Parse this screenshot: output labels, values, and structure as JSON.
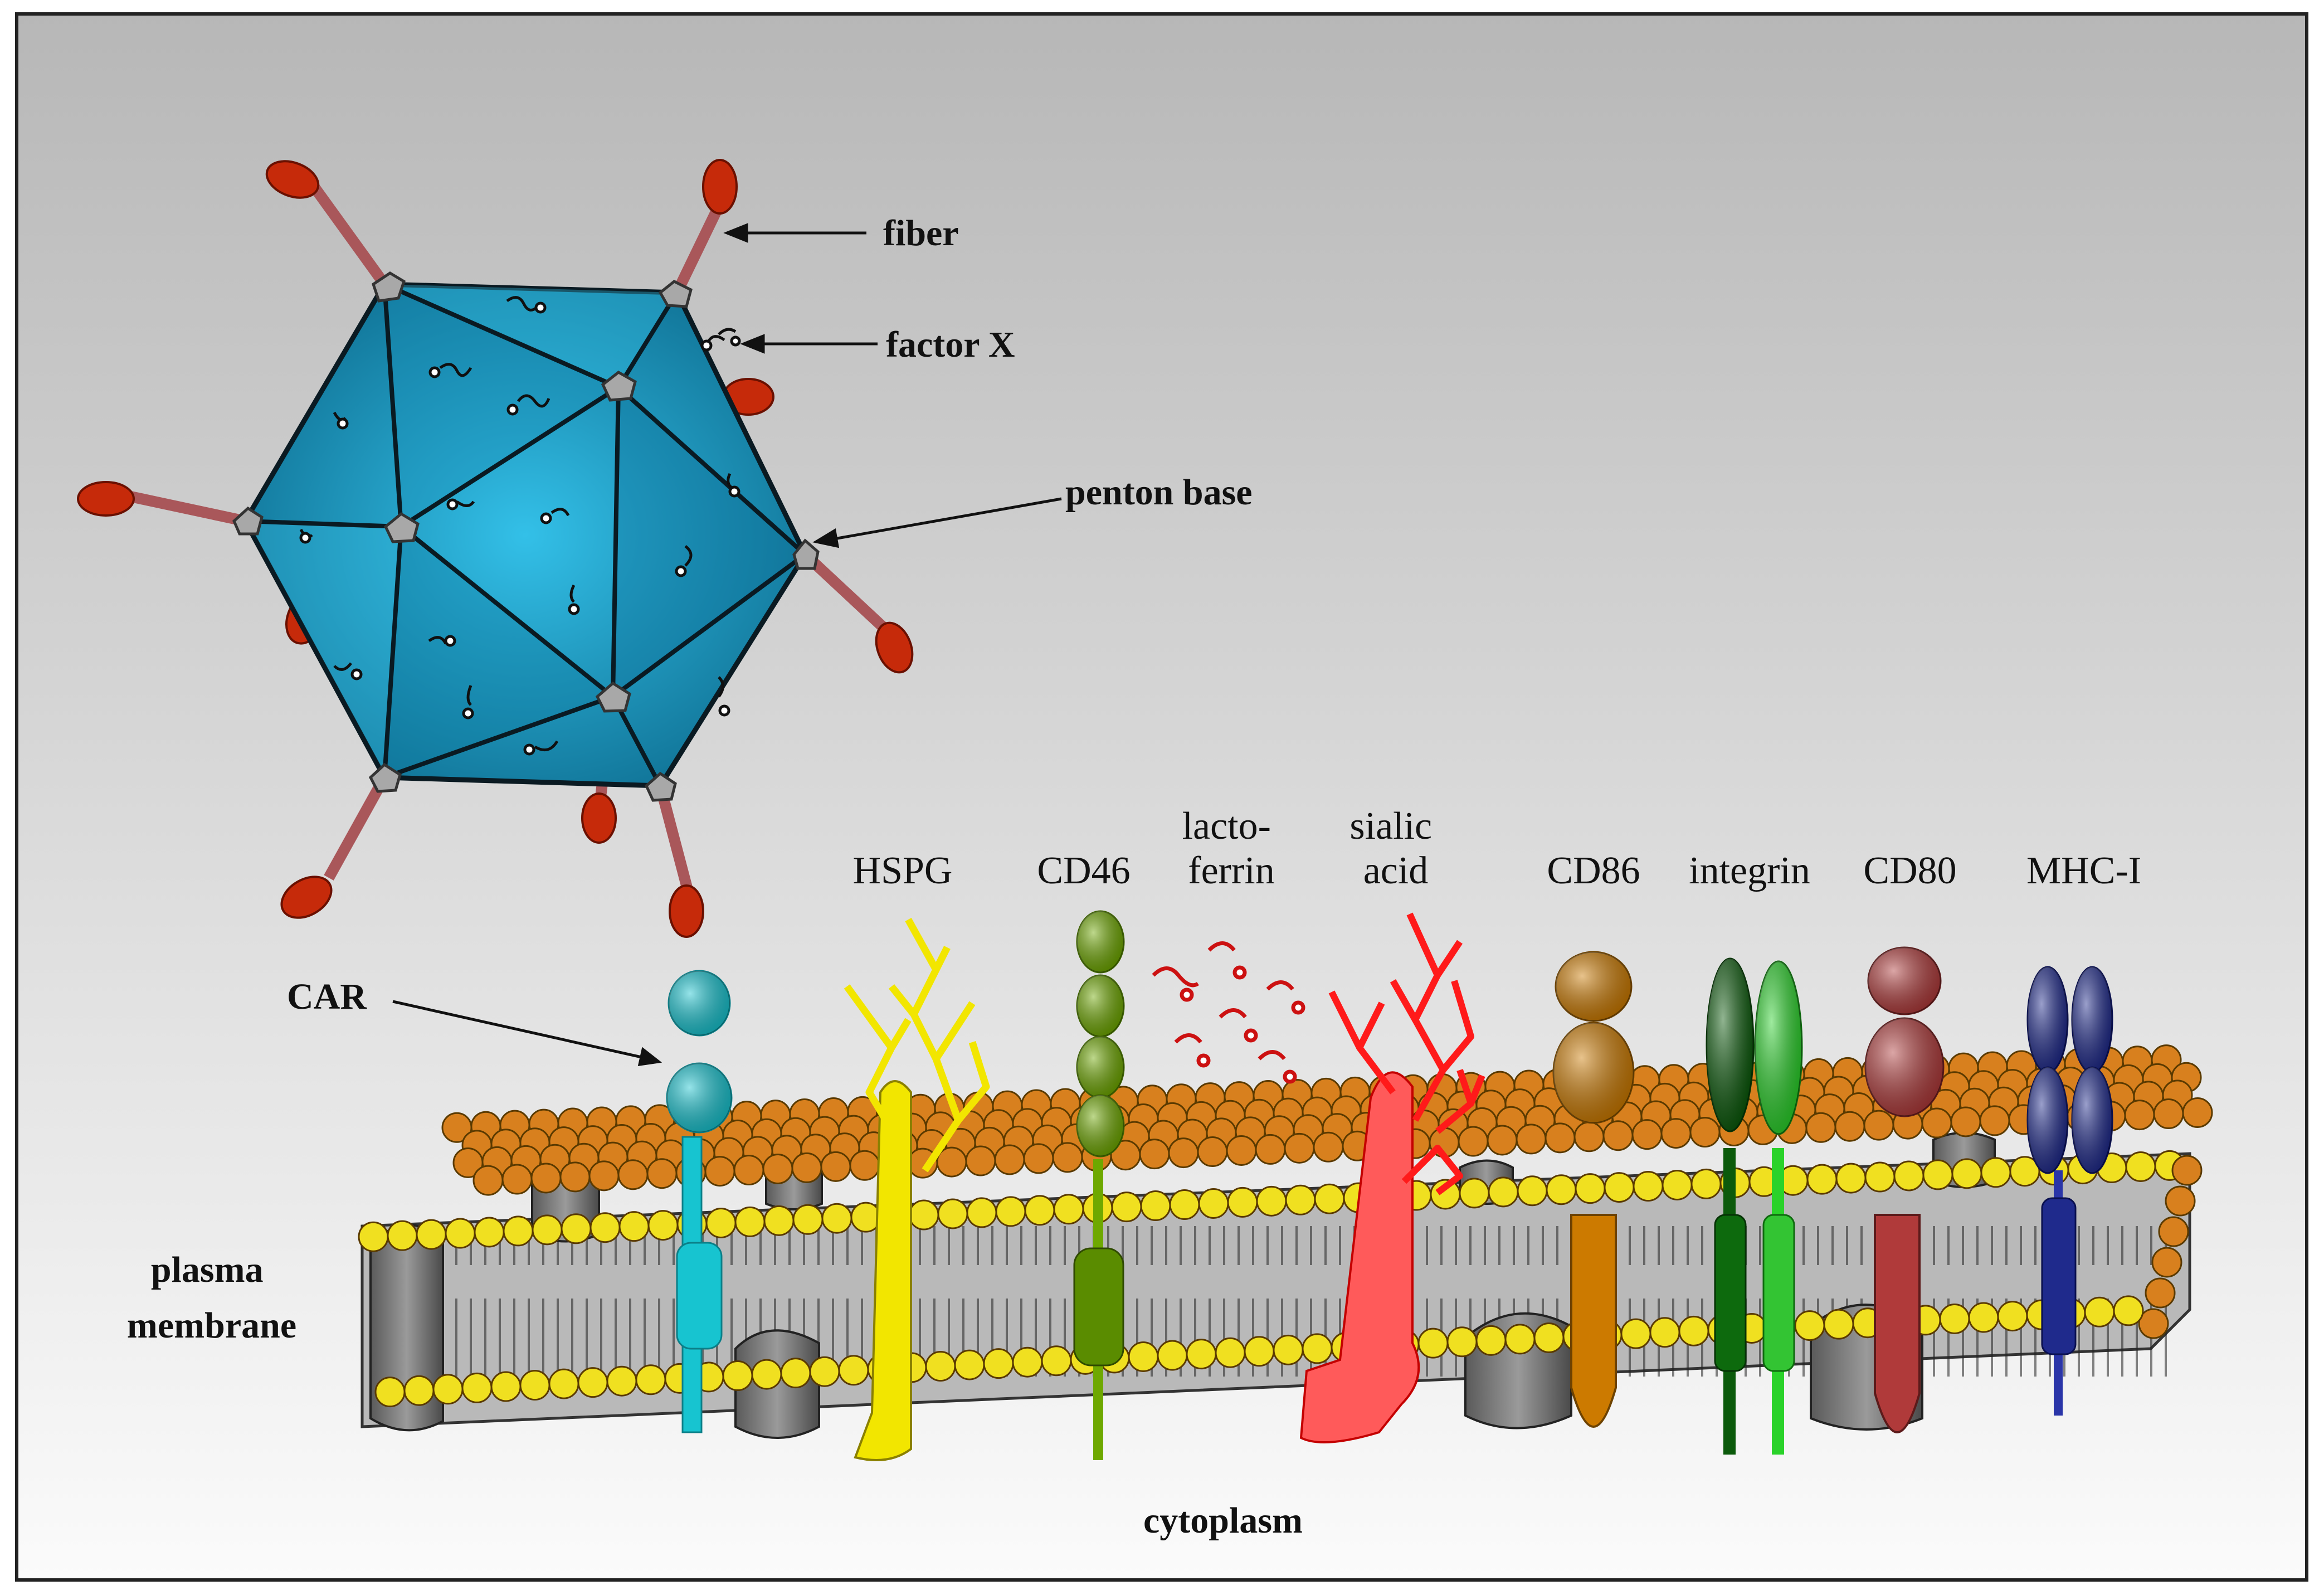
{
  "virus": {
    "fiber_label": "fiber",
    "factor_x_label": "factor X",
    "penton_base_label": "penton base"
  },
  "membrane": {
    "label_line1": "plasma",
    "label_line2": "membrane",
    "cytoplasm_label": "cytoplasm",
    "car_label": "CAR"
  },
  "receptors": [
    {
      "id": "hspg",
      "lines": [
        "HSPG"
      ],
      "color": "#f2e600"
    },
    {
      "id": "cd46",
      "lines": [
        "CD46"
      ],
      "color": "#6ea800"
    },
    {
      "id": "lactoferrin",
      "lines": [
        "lacto-",
        "ferrin"
      ],
      "color": "#cc1111"
    },
    {
      "id": "sialic-acid",
      "lines": [
        "sialic",
        "acid"
      ],
      "color": "#ff1a1a"
    },
    {
      "id": "cd86",
      "lines": [
        "CD86"
      ],
      "color": "#cc7a00"
    },
    {
      "id": "integrin",
      "lines": [
        "integrin"
      ],
      "color": "#1a8a1a"
    },
    {
      "id": "cd80",
      "lines": [
        "CD80"
      ],
      "color": "#b03a3a"
    },
    {
      "id": "mhc-i",
      "lines": [
        "MHC-I"
      ],
      "color": "#1f2a8c"
    }
  ],
  "colors": {
    "capsid": "#2aa6c8",
    "fiber_knob": "#c62a0a",
    "car": "#17c4d0",
    "lipid_head_outer": "#d8801e",
    "lipid_head_inner": "#f0e020"
  }
}
